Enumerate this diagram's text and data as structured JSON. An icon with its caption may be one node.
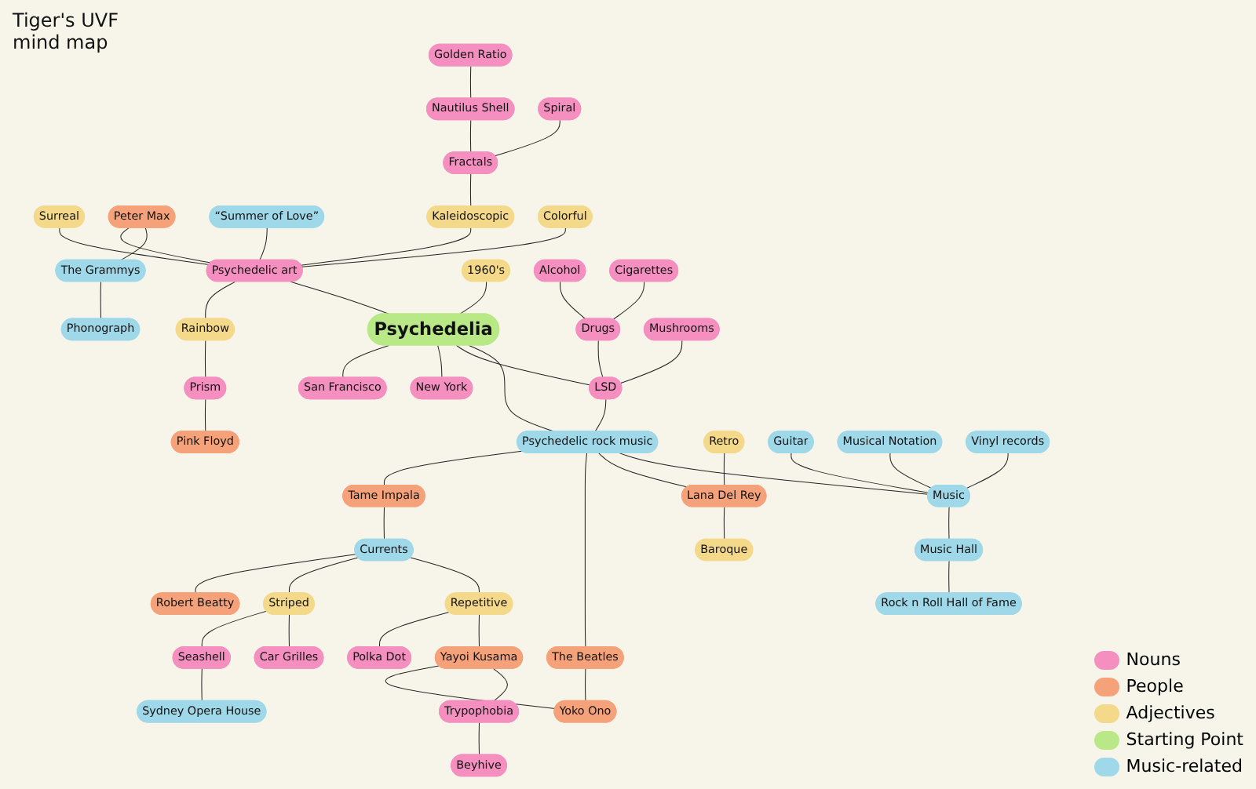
{
  "diagram": {
    "title": "Tiger's UVF mind map",
    "nodes": [
      {
        "text": [
          "Golden Ratio"
        ]
      },
      {
        "text": [
          "Surreal"
        ]
      },
      {
        "text": [
          "Peter Max"
        ]
      },
      {
        "text": [
          "The Grammys"
        ]
      },
      {
        "text": [
          "Phonograph"
        ]
      },
      {
        "text": [
          "Pink Floyd"
        ]
      },
      {
        "text": [
          "Nautilus Shell"
        ]
      },
      {
        "text": [
          "Prism"
        ]
      },
      {
        "text": [
          "Sydney Opera House"
        ]
      },
      {
        "text": [
          "“Summer of Love”"
        ]
      },
      {
        "text": [
          "Fractals"
        ]
      },
      {
        "text": [
          "Psychedelic art"
        ]
      },
      {
        "text": [
          "Rainbow"
        ]
      },
      {
        "text": [
          "1960's"
        ]
      },
      {
        "text": [
          "Spiral"
        ]
      },
      {
        "text": [
          "San Francisco"
        ]
      },
      {
        "text": [
          "Kaleidoscopic"
        ]
      },
      {
        "text": [
          "Seashell"
        ]
      },
      {
        "text": [
          "Car Grilles"
        ]
      },
      {
        "text": [
          "Colorful"
        ]
      },
      {
        "text": [
          "New York"
        ]
      },
      {
        "text": [
          "Psychedelia"
        ]
      },
      {
        "text": [
          "Alcohol"
        ]
      },
      {
        "text": [
          "Drugs"
        ]
      },
      {
        "text": [
          "Striped"
        ]
      },
      {
        "text": [
          "Cigarettes"
        ]
      },
      {
        "text": [
          "LSD"
        ]
      },
      {
        "text": [
          "Polka Dot"
        ]
      },
      {
        "text": [
          "Repetitive"
        ]
      },
      {
        "text": [
          "Mushrooms"
        ]
      },
      {
        "text": [
          "Yayoi Kusama"
        ]
      },
      {
        "text": [
          "Tame Impala"
        ]
      },
      {
        "text": [
          "Psychedelic rock music"
        ]
      },
      {
        "text": [
          "Currents"
        ]
      },
      {
        "text": [
          "Retro"
        ]
      },
      {
        "text": [
          "Lana Del Rey"
        ]
      },
      {
        "text": [
          "Robert Beatty"
        ]
      },
      {
        "text": [
          "Trypophobia"
        ]
      },
      {
        "text": [
          "The Beatles"
        ]
      },
      {
        "text": [
          "Yoko Ono"
        ]
      },
      {
        "text": [
          "Guitar"
        ]
      },
      {
        "text": [
          "Music"
        ]
      },
      {
        "text": [
          "Baroque"
        ]
      },
      {
        "text": [
          "Music Hall"
        ]
      },
      {
        "text": [
          "Rock n Roll Hall of Fame"
        ]
      },
      {
        "text": [
          "Musical Notation"
        ]
      },
      {
        "text": [
          "Vinyl records"
        ]
      },
      {
        "text": [
          "Beyhive"
        ]
      }
    ],
    "edges": [
      {
        "from": 0,
        "to": 6,
        "arrow": "none"
      },
      {
        "from": 6,
        "to": 10,
        "arrow": "none"
      },
      {
        "from": 14,
        "to": 10,
        "arrow": "none"
      },
      {
        "from": 10,
        "to": 16,
        "arrow": "none"
      },
      {
        "from": 16,
        "to": 11,
        "arrow": "none"
      },
      {
        "from": 9,
        "to": 11,
        "arrow": "none"
      },
      {
        "from": 1,
        "to": 11,
        "arrow": "none"
      },
      {
        "from": 2,
        "to": 11,
        "arrow": "none"
      },
      {
        "from": 2,
        "to": 3,
        "arrow": "none"
      },
      {
        "from": 3,
        "to": 4,
        "arrow": "none"
      },
      {
        "from": 11,
        "to": 12,
        "arrow": "none"
      },
      {
        "from": 12,
        "to": 7,
        "arrow": "none"
      },
      {
        "from": 7,
        "to": 5,
        "arrow": "none"
      },
      {
        "from": 19,
        "to": 11,
        "arrow": "none"
      },
      {
        "from": 11,
        "to": 21,
        "arrow": "none"
      },
      {
        "from": 13,
        "to": 21,
        "arrow": "none"
      },
      {
        "from": 21,
        "to": 15,
        "arrow": "none"
      },
      {
        "from": 21,
        "to": 20,
        "arrow": "none"
      },
      {
        "from": 21,
        "to": 26,
        "arrow": "none"
      },
      {
        "from": 23,
        "to": 26,
        "arrow": "none"
      },
      {
        "from": 22,
        "to": 23,
        "arrow": "none"
      },
      {
        "from": 25,
        "to": 23,
        "arrow": "none"
      },
      {
        "from": 29,
        "to": 26,
        "arrow": "none"
      },
      {
        "from": 26,
        "to": 32,
        "arrow": "none"
      },
      {
        "from": 21,
        "to": 32,
        "arrow": "none"
      },
      {
        "from": 32,
        "to": 31,
        "arrow": "none"
      },
      {
        "from": 31,
        "to": 33,
        "arrow": "none"
      },
      {
        "from": 33,
        "to": 36,
        "arrow": "none"
      },
      {
        "from": 33,
        "to": 24,
        "arrow": "none"
      },
      {
        "from": 24,
        "to": 17,
        "arrow": "none"
      },
      {
        "from": 17,
        "to": 8,
        "arrow": "none"
      },
      {
        "from": 24,
        "to": 18,
        "arrow": "none"
      },
      {
        "from": 33,
        "to": 28,
        "arrow": "none"
      },
      {
        "from": 28,
        "to": 27,
        "arrow": "none"
      },
      {
        "from": 28,
        "to": 30,
        "arrow": "none"
      },
      {
        "from": 30,
        "to": 39,
        "arrow": "none"
      },
      {
        "from": 30,
        "to": 37,
        "arrow": "none"
      },
      {
        "from": 37,
        "to": 47,
        "arrow": "none"
      },
      {
        "from": 32,
        "to": 38,
        "arrow": "none"
      },
      {
        "from": 38,
        "to": 39,
        "arrow": "none"
      },
      {
        "from": 32,
        "to": 35,
        "arrow": "none"
      },
      {
        "from": 34,
        "to": 35,
        "arrow": "none"
      },
      {
        "from": 35,
        "to": 42,
        "arrow": "none"
      },
      {
        "from": 32,
        "to": 41,
        "arrow": "none"
      },
      {
        "from": 40,
        "to": 41,
        "arrow": "none"
      },
      {
        "from": 45,
        "to": 41,
        "arrow": "none"
      },
      {
        "from": 46,
        "to": 41,
        "arrow": "none"
      },
      {
        "from": 41,
        "to": 43,
        "arrow": "none"
      },
      {
        "from": 43,
        "to": 44,
        "arrow": "none"
      }
    ],
    "legend": [
      {
        "text": "Nouns",
        "color": "#f48fc0"
      },
      {
        "text": "People",
        "color": "#f5a27a"
      },
      {
        "text": "Adjectives",
        "color": "#f5d98a"
      },
      {
        "text": "Starting Point",
        "color": "#b8e986"
      },
      {
        "text": "Music-related",
        "color": "#9fd8e8"
      }
    ]
  }
}
